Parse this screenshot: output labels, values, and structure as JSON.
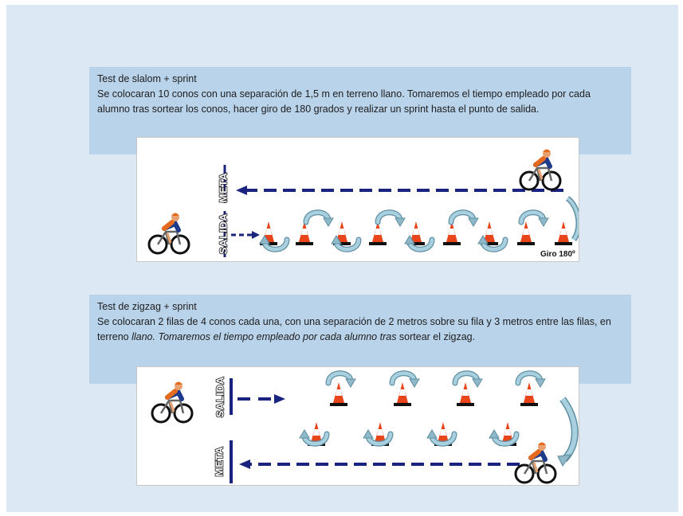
{
  "test1": {
    "title": "Test de slalom + sprint",
    "description": "Se colocaran 10 conos con una separación de 1,5 m en terreno llano. Tomaremos el tiempo empleado por cada alumno tras sortear los conos, hacer giro de 180 grados y realizar un sprint hasta el punto de salida.",
    "diagram": {
      "meta_label": "META",
      "salida_label": "SALIDA",
      "turn_label": "Giro 180º"
    }
  },
  "test2": {
    "title": "Test de zigzag + sprint",
    "description_part1": "Se colocaran 2 filas de 4 conos cada una, con una separación de 2 metros sobre su fila y 3 metros entre las filas, en terreno ",
    "description_italic": "llano. Tomaremos el tiempo empleado por cada alumno tras",
    "description_part2": " sortear el zigzag.",
    "diagram": {
      "salida_label": "SALIDA",
      "meta_label": "META"
    }
  },
  "colors": {
    "slide_background": "#dce8f4",
    "textbox_background": "#b9d3ea",
    "arrow_dark_blue": "#1a237e",
    "curved_arrow": "#8fb8c9",
    "cone_orange": "#e8451a"
  }
}
